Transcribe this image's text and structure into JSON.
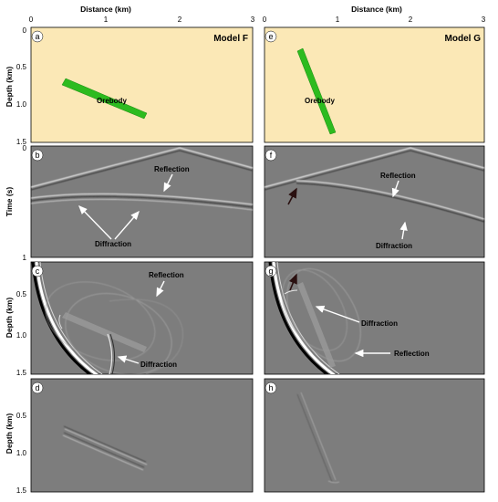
{
  "axes": {
    "top_xlabel": "Distance (km)",
    "x_ticks": [
      "0",
      "1",
      "2",
      "3"
    ],
    "depth_label": "Depth (km)",
    "time_label": "Time (s)",
    "depth_ticks_full": [
      "0",
      "0.5",
      "1.0",
      "1.5"
    ],
    "depth_ticks_short": [
      "0.5",
      "1.0",
      "1.5"
    ],
    "time_ticks": [
      "0",
      "1"
    ]
  },
  "panels": {
    "a": {
      "letter": "a",
      "model": "Model F",
      "body": "Orebody"
    },
    "e": {
      "letter": "e",
      "model": "Model G",
      "body": "Orebody"
    },
    "b": {
      "letter": "b",
      "reflection": "Reflection",
      "diffraction": "Diffraction"
    },
    "f": {
      "letter": "f",
      "reflection": "Reflection",
      "diffraction": "Diffraction"
    },
    "c": {
      "letter": "c",
      "reflection": "Reflection",
      "diffraction": "Diffraction"
    },
    "g": {
      "letter": "g",
      "reflection": "Reflection",
      "diffraction": "Diffraction"
    },
    "d": {
      "letter": "d"
    },
    "h": {
      "letter": "h"
    }
  },
  "colors": {
    "model_bg": "#fbe8b6",
    "orebody": "#2dbb1f",
    "seismic_bg": "#7d7d7d"
  }
}
